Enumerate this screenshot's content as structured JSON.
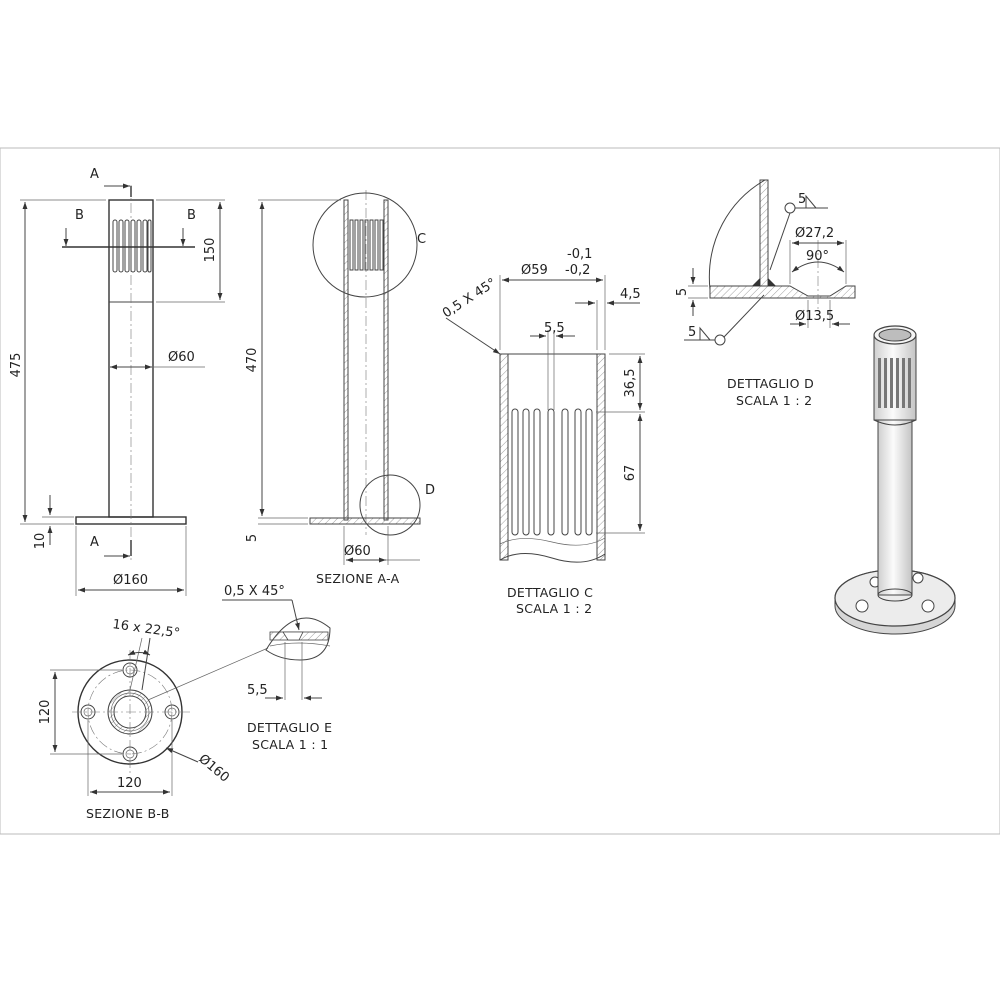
{
  "views": {
    "front": {
      "section_cut_top": "A",
      "section_cut_bottom": "A",
      "section_bb_left": "B",
      "section_bb_right": "B",
      "dim_total_height": "475",
      "dim_slot_height": "150",
      "dim_diameter": "Ø60",
      "dim_flange_thickness": "10",
      "dim_flange_diameter": "Ø160"
    },
    "section_aa": {
      "title": "SEZIONE A-A",
      "dim_height": "470",
      "dim_base": "5",
      "dim_diameter": "Ø60",
      "detail_c_callout": "C",
      "detail_d_callout": "D"
    },
    "detail_c": {
      "title": "DETTAGLIO C",
      "scale": "SCALA 1 : 2",
      "dim_chamfer": "0,5 X 45°",
      "dim_diameter": "Ø59",
      "tol_upper": "-0,1",
      "tol_lower": "-0,2",
      "dim_wall": "4,5",
      "dim_slot_width": "5,5",
      "dim_top": "36,5",
      "dim_slot_length": "67"
    },
    "detail_d": {
      "title": "DETTAGLIO D",
      "scale": "SCALA 1 : 2",
      "weld_top": "5",
      "weld_bottom": "5",
      "dim_countersink": "Ø27,2",
      "dim_angle": "90°",
      "dim_hole": "Ø13,5",
      "dim_plate": "5"
    },
    "section_bb": {
      "title": "SEZIONE B-B",
      "dim_pattern": "16 x 22,5°",
      "dim_vertical": "120",
      "dim_horizontal": "120",
      "dim_diameter": "Ø160"
    },
    "detail_e": {
      "title": "DETTAGLIO E",
      "scale": "SCALA 1 : 1",
      "dim_chamfer": "0,5 X 45°",
      "dim_width": "5,5"
    }
  },
  "colors": {
    "line": "#444444",
    "frame": "#bbbbbb",
    "shade": "#e6e6e6"
  }
}
